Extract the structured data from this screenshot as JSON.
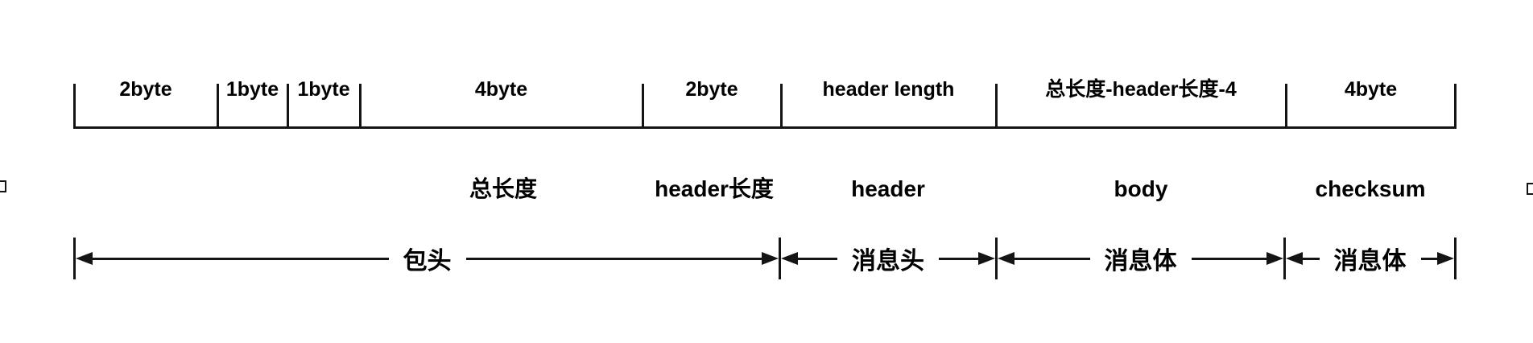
{
  "diagram": {
    "fields": [
      {
        "size": "2byte"
      },
      {
        "size": "1byte"
      },
      {
        "size": "1byte"
      },
      {
        "size": "4byte",
        "name": "总长度"
      },
      {
        "size": "2byte",
        "name": "header长度"
      },
      {
        "size": "header length",
        "name": "header"
      },
      {
        "size": "总长度-header长度-4",
        "name": "body"
      },
      {
        "size": "4byte",
        "name": "checksum"
      }
    ],
    "sections": [
      {
        "label": "包头"
      },
      {
        "label": "消息头"
      },
      {
        "label": "消息体"
      },
      {
        "label": "消息体"
      }
    ],
    "colors": {
      "line": "#141414",
      "text": "#000000",
      "background": "#ffffff"
    }
  }
}
